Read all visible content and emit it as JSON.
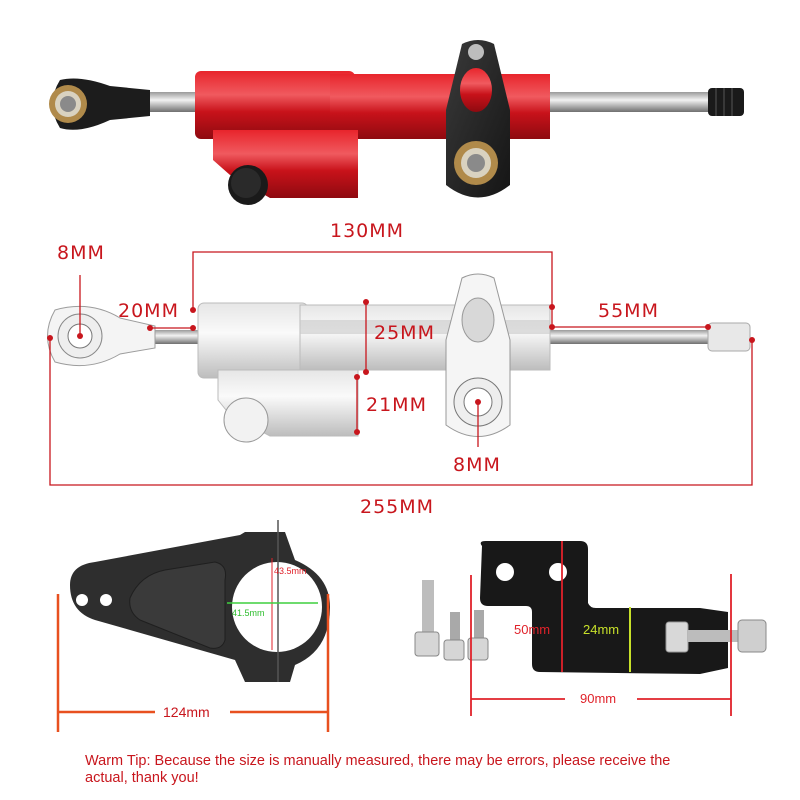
{
  "product": {
    "name": "Motorcycle steering damper with mounting brackets",
    "top_image": {
      "description": "Red anodized steering damper with black rod end and black mounting tab"
    }
  },
  "damper_dimensions": {
    "rod_end_hole": "8MM",
    "overall_body": "130MM",
    "rod_end_offset": "20MM",
    "body_diameter": "25MM",
    "lower_block_height": "21MM",
    "mount_hole": "8MM",
    "shaft_extension": "55MM",
    "total_length": "255MM"
  },
  "clamp_bracket": {
    "width": "124mm",
    "inner_diameter_h": "41.5mm",
    "inner_diameter_v": "43.5mm"
  },
  "l_bracket": {
    "height": "50mm",
    "tab_height": "24mm",
    "width": "90mm"
  },
  "warm_tip": {
    "line1": "Warm Tip: Because the size is manually measured, there may be errors, please receive the",
    "line2": "actual, thank you!"
  },
  "colors": {
    "annotation_red": "#c8161d",
    "damper_red": "#d0141c",
    "green_dim": "#3fcf3f",
    "yellow_green_dim": "#c7e02a",
    "orange_dim": "#e8501f"
  }
}
